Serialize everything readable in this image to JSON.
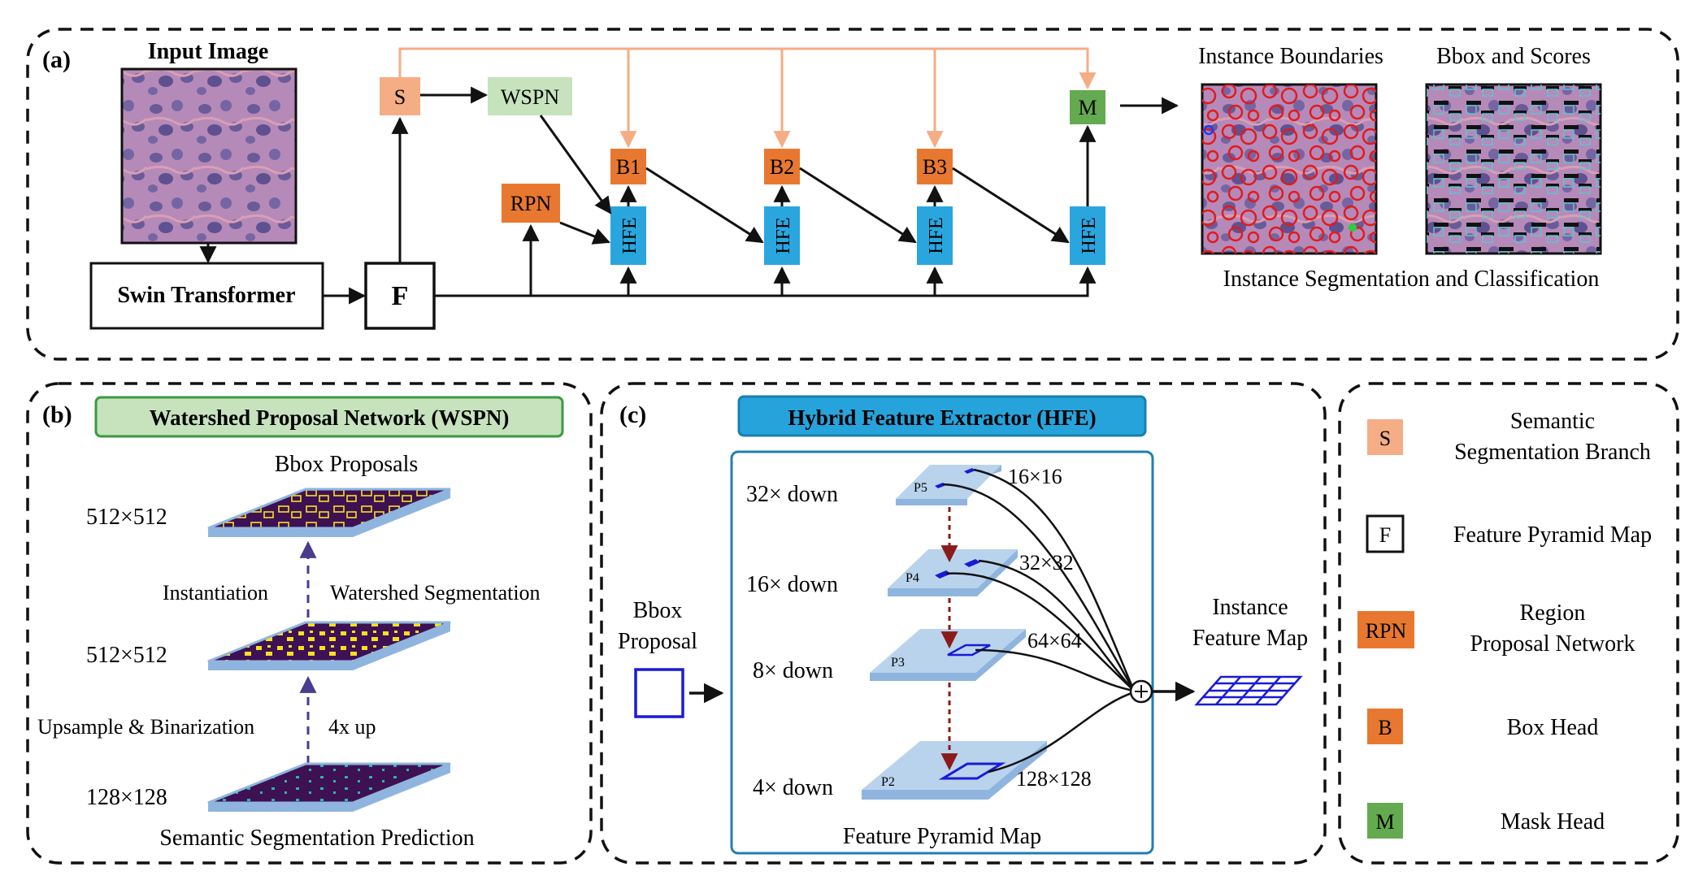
{
  "colors": {
    "semantic": "#f4ad84",
    "wspn": "#c6e3bd",
    "orange": "#e8782f",
    "blue": "#2aa6df",
    "mask": "#64aa50",
    "tissue": "#b287b8",
    "nuclei": "#6a5b98",
    "plane": "#b9d3ed",
    "plane_side": "#8fb5df",
    "instance_red": "#e31a1c",
    "yellow": "#f7e11d",
    "dark_purple": "#3d1154",
    "hfe_title": "#27a3dc"
  },
  "panel_a": {
    "tag": "(a)",
    "input_image": "Input Image",
    "swin": "Swin Transformer",
    "f": "F",
    "s": "S",
    "wspn": "WSPN",
    "rpn": "RPN",
    "b1": "B1",
    "b2": "B2",
    "b3": "B3",
    "m": "M",
    "hfe": "HFE",
    "instance_boundaries": "Instance Boundaries",
    "bbox_scores": "Bbox and Scores",
    "caption": "Instance Segmentation and Classification"
  },
  "panel_b": {
    "tag": "(b)",
    "title": "Watershed Proposal Network (WSPN)",
    "bbox_proposals": "Bbox Proposals",
    "size_top": "512×512",
    "size_mid": "512×512",
    "size_bottom": "128×128",
    "instantiation": "Instantiation",
    "watershed": "Watershed Segmentation",
    "upsample": "Upsample & Binarization",
    "up4x": "4x up",
    "semantic_pred": "Semantic Segmentation Prediction"
  },
  "panel_c": {
    "tag": "(c)",
    "title": "Hybrid Feature Extractor (HFE)",
    "bbox_proposal_1": "Bbox",
    "bbox_proposal_2": "Proposal",
    "down32": "32× down",
    "down16": "16× down",
    "down8": "8× down",
    "down4": "4× down",
    "p5": "P5",
    "p4": "P4",
    "p3": "P3",
    "p2": "P2",
    "s16": "16×16",
    "s32": "32×32",
    "s64": "64×64",
    "s128": "128×128",
    "instance_1": "Instance",
    "instance_2": "Feature Map",
    "fpm": "Feature Pyramid Map"
  },
  "legend": {
    "s_key": "S",
    "s_text_1": "Semantic",
    "s_text_2": "Segmentation Branch",
    "f_key": "F",
    "f_text": "Feature Pyramid Map",
    "rpn_key": "RPN",
    "rpn_text_1": "Region",
    "rpn_text_2": "Proposal Network",
    "b_key": "B",
    "b_text": "Box Head",
    "m_key": "M",
    "m_text": "Mask Head"
  }
}
